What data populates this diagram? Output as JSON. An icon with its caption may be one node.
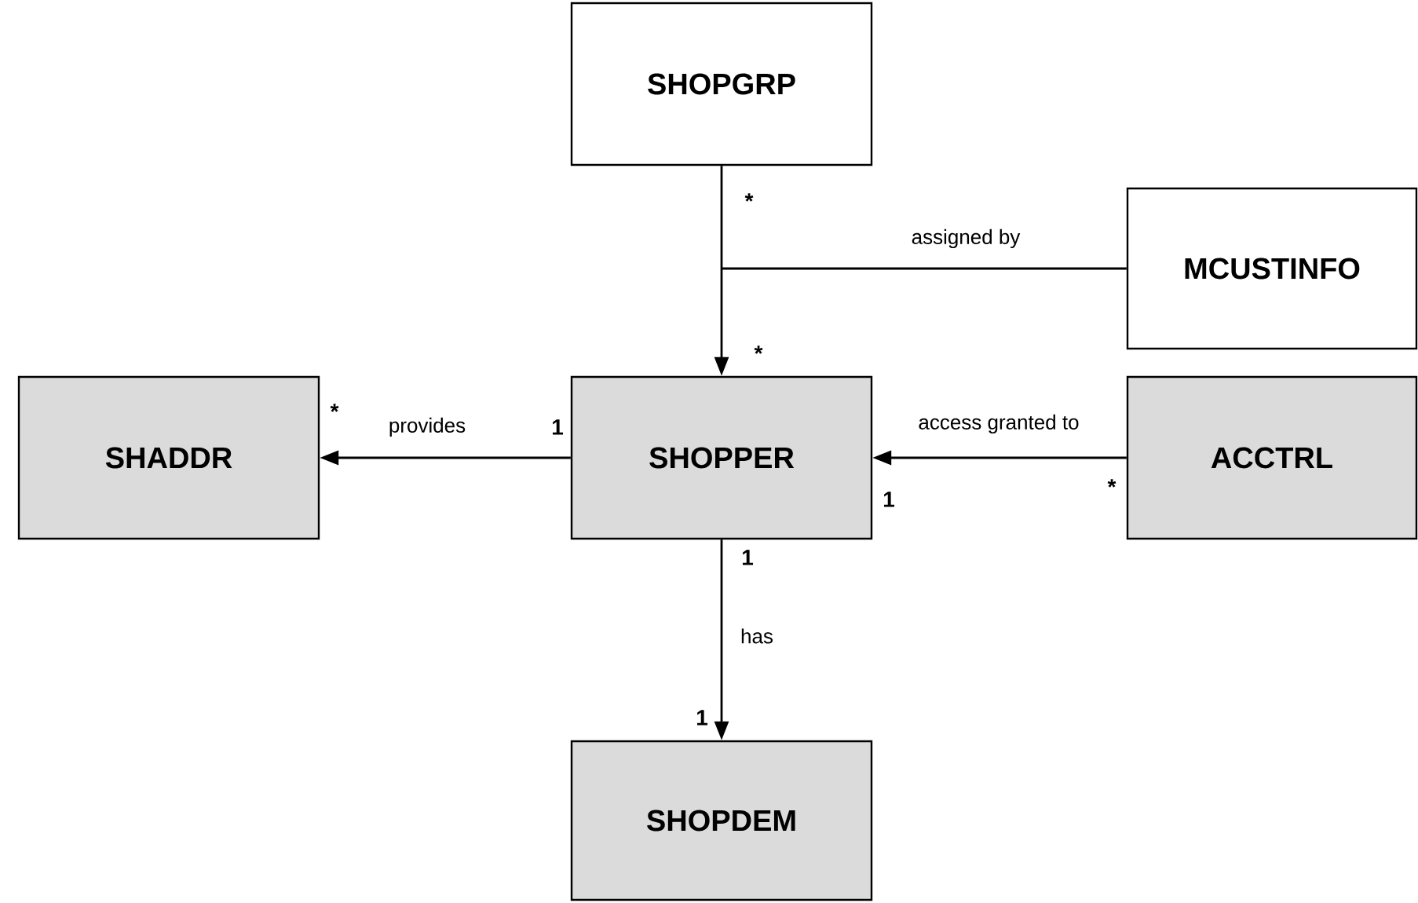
{
  "diagram": {
    "nodes": [
      {
        "text": [
          "SHOPGRP"
        ]
      },
      {
        "text": [
          "MCUSTINFO"
        ]
      },
      {
        "text": [
          "SHADDR"
        ]
      },
      {
        "text": [
          "SHOPPER"
        ]
      },
      {
        "text": [
          "ACCTRL"
        ]
      },
      {
        "text": [
          "SHOPDEM"
        ]
      }
    ],
    "edges": [
      {
        "from": 0,
        "to": 3,
        "arrow": "to"
      },
      {
        "from": 1,
        "to": null,
        "arrow": "none",
        "label": "assigned by"
      },
      {
        "from": 3,
        "to": 2,
        "arrow": "to",
        "label": "provides"
      },
      {
        "from": 4,
        "to": 3,
        "arrow": "to",
        "label": "access granted to"
      },
      {
        "from": 3,
        "to": 5,
        "arrow": "to",
        "label": "has"
      }
    ],
    "labels": [
      "*",
      "*",
      "*",
      "1",
      "1",
      "*",
      "1",
      "1"
    ]
  }
}
